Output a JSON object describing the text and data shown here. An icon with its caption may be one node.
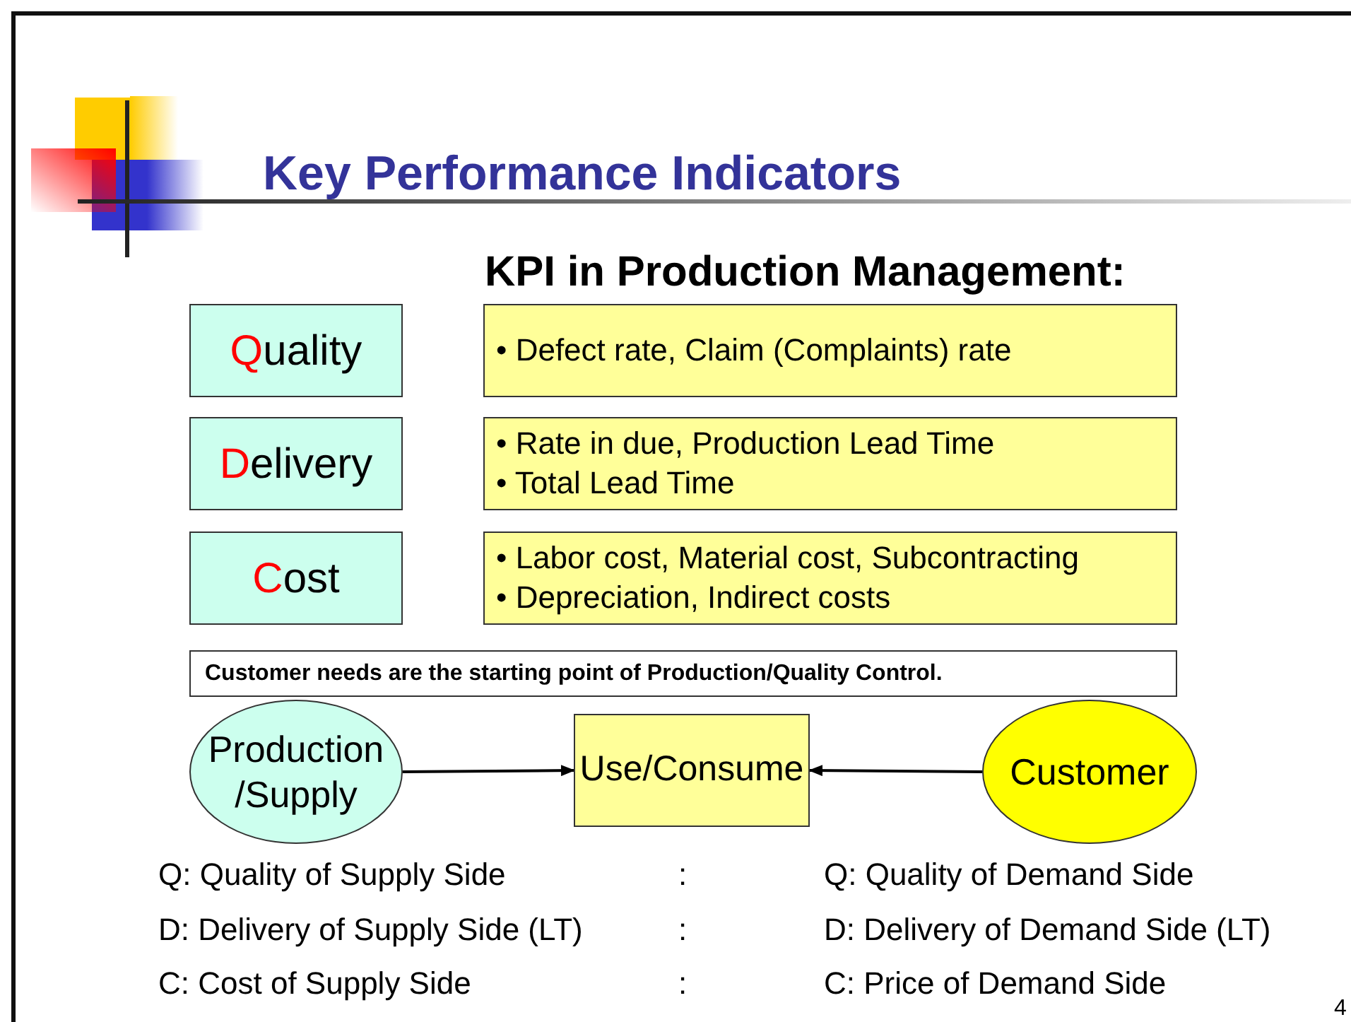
{
  "diagram": {
    "title": "Key Performance Indicators",
    "nodes": [
      {
        "text": [
          "Quality"
        ]
      },
      {
        "text": [
          "• Defect rate, Claim (Complaints) rate"
        ]
      },
      {
        "text": [
          "Delivery"
        ]
      },
      {
        "text": [
          "• Rate in due, Production Lead Time",
          "• Total Lead Time"
        ]
      },
      {
        "text": [
          "Cost"
        ]
      },
      {
        "text": [
          "• Labor cost, Material cost, Subcontracting",
          "• Depreciation, Indirect costs"
        ]
      },
      {
        "text": [
          "Customer needs are the starting point of Production/Quality Control."
        ]
      },
      {
        "text": [
          "Production /Supply"
        ]
      },
      {
        "text": [
          "Use/Consume"
        ]
      },
      {
        "text": [
          "Customer"
        ]
      }
    ],
    "edges": [
      {
        "from": 7,
        "to": 8,
        "arrow": "to"
      },
      {
        "from": 9,
        "to": 8,
        "arrow": "to"
      }
    ],
    "labels": [
      "KPI in Production Management:",
      "Q: Quality of Supply Side",
      ":",
      "Q: Quality of Demand Side",
      "D: Delivery of Supply Side (LT)",
      ":",
      "D: Delivery of Demand Side (LT)",
      "C: Cost of Supply Side",
      ":",
      "C: Price of Demand Side",
      "4"
    ]
  }
}
